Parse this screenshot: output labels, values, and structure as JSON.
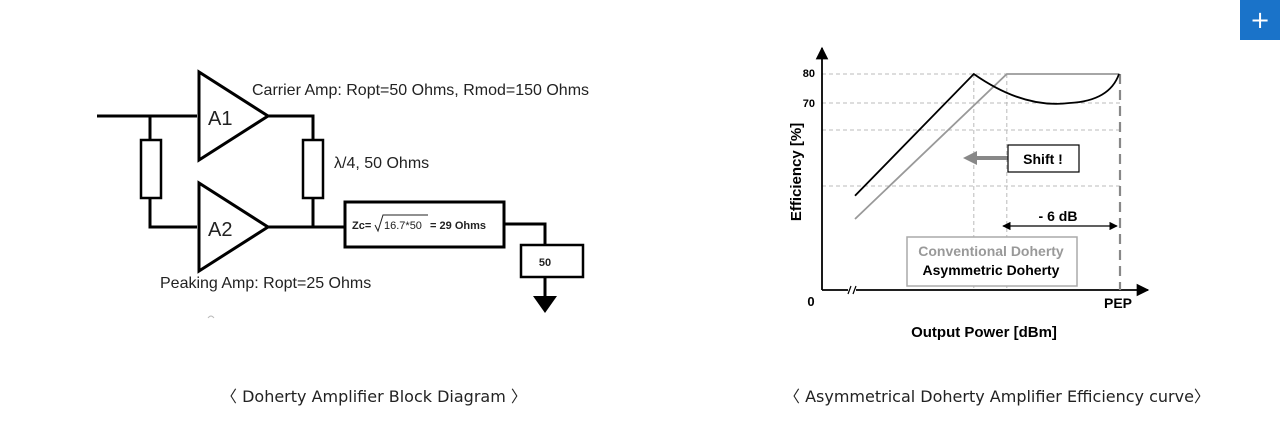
{
  "expand_button": {
    "icon": "plus-icon",
    "glyph": "+",
    "color": "#1a73c9"
  },
  "diagram": {
    "caption": "〈 Doherty Amplifier Block Diagram 〉",
    "amp1_label": "A1",
    "amp2_label": "A2",
    "carrier_label": "Carrier Amp: Ropt=50 Ohms, Rmod=150 Ohms",
    "quarter_wave_label": "λ/4, 50 Ohms",
    "transformer_prefix": "Zc=",
    "transformer_radicand": "16.7*50",
    "transformer_suffix": " = 29 Ohms",
    "load_label": "50",
    "peaking_label": "Peaking Amp: Ropt=25 Ohms"
  },
  "chart": {
    "caption": "〈 Asymmetrical Doherty Amplifier Efficiency curve〉",
    "chart_data": {
      "type": "line",
      "xlabel": "Output Power [dBm]",
      "ylabel": "Efficiency [%]",
      "y_ticks": [
        "80",
        "70"
      ],
      "x_tick_labels": [
        "0",
        "PEP"
      ],
      "shift_annotation": "Shift !",
      "backoff_annotation": "- 6 dB",
      "series": [
        {
          "name": "Conventional Doherty",
          "color": "#999999",
          "x": [
            0,
            4.6,
            8
          ],
          "y": [
            30,
            80,
            80
          ]
        },
        {
          "name": "Asymmetric Doherty",
          "color": "#000000",
          "x": [
            0,
            3.6,
            6.5,
            8
          ],
          "y": [
            38,
            80,
            70,
            80
          ]
        }
      ],
      "legend": [
        "Conventional Doherty",
        "Asymmetric Doherty"
      ],
      "legend_position": "bottom-right",
      "grid": true
    }
  }
}
